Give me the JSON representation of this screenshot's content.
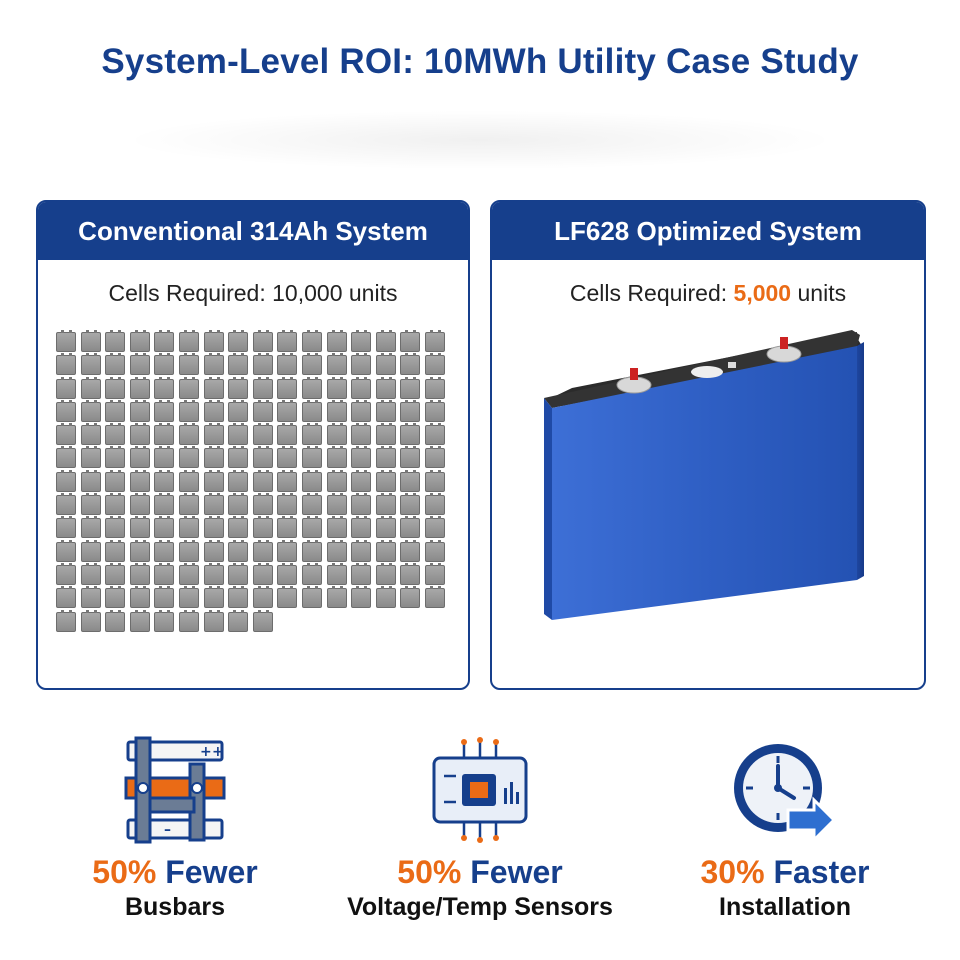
{
  "title": "System-Level ROI: 10MWh Utility Case Study",
  "panels": {
    "conventional": {
      "header": "Conventional 314Ah System",
      "cells_prefix": "Cells Required: ",
      "cells_value": "10,000",
      "cells_suffix": " units"
    },
    "optimized": {
      "header": "LF628 Optimized System",
      "cells_prefix": "Cells Required: ",
      "cells_value": "5,000",
      "cells_suffix": " units"
    }
  },
  "features": [
    {
      "pct": "50%",
      "word": " Fewer",
      "sub": "Busbars",
      "icon": "busbar-icon"
    },
    {
      "pct": "50%",
      "word": " Fewer",
      "sub": "Voltage/Temp Sensors",
      "icon": "circuit-chip-icon"
    },
    {
      "pct": "30%",
      "word": " Faster",
      "sub": "Installation",
      "icon": "clock-arrow-icon"
    }
  ],
  "colors": {
    "brand_blue": "#163f8c",
    "accent_orange": "#ea6b16",
    "cell_gray": "#9a9a9a",
    "battery_blue": "#2f5fc4"
  }
}
